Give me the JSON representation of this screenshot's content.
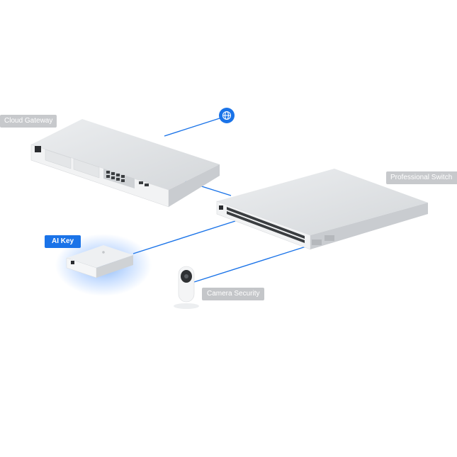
{
  "labels": {
    "cloud_gateway": "Cloud Gateway",
    "professional_switch": "Professional Switch",
    "ai_key": "AI Key",
    "camera_security": "Camera Security"
  },
  "icons": {
    "internet": "globe-icon"
  },
  "colors": {
    "link": "#1a73e8",
    "accent": "#1a73e8",
    "tag_gray": "#c7c9cc",
    "device_body": "#e6e8ea"
  },
  "links": [
    {
      "from": "cloud_gateway",
      "to": "internet"
    },
    {
      "from": "cloud_gateway",
      "to": "professional_switch"
    },
    {
      "from": "ai_key",
      "to": "professional_switch"
    },
    {
      "from": "camera_security",
      "to": "professional_switch"
    }
  ]
}
